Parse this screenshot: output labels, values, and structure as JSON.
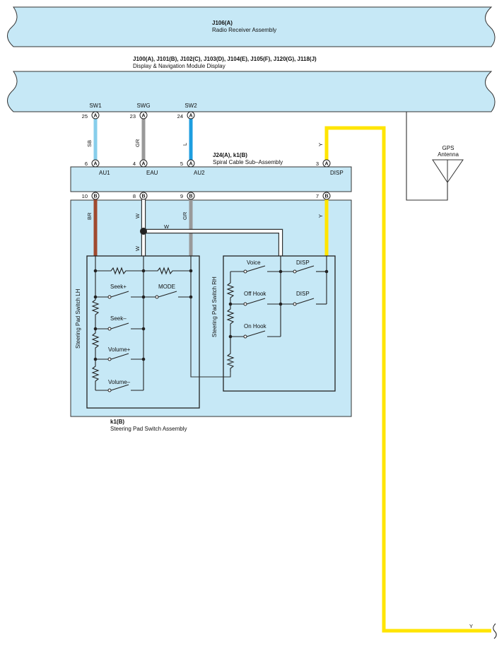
{
  "receiver": {
    "ref": "J106(A)",
    "name": "Radio Receiver Assembly"
  },
  "display": {
    "ref": "J100(A), J101(B), J102(C), J103(D), J104(E), J105(F), J120(G), J118(J)",
    "name": "Display & Navigation Module Display",
    "pins": [
      {
        "label": "SW1",
        "num": "25",
        "conn": "A"
      },
      {
        "label": "SWG",
        "num": "23",
        "conn": "A"
      },
      {
        "label": "SW2",
        "num": "24",
        "conn": "A"
      }
    ]
  },
  "gps": {
    "line1": "GPS",
    "line2": "Antenna"
  },
  "spiral": {
    "ref": "J24(A), k1(B)",
    "name": "Spiral Cable Sub–Assembly",
    "top_pins": [
      {
        "num": "6",
        "conn": "A",
        "label": "AU1"
      },
      {
        "num": "4",
        "conn": "A",
        "label": "EAU"
      },
      {
        "num": "5",
        "conn": "A",
        "label": "AU2"
      },
      {
        "num": "3",
        "conn": "A",
        "label": "DISP"
      }
    ],
    "bottom_pins": [
      {
        "num": "10",
        "conn": "B"
      },
      {
        "num": "8",
        "conn": "B"
      },
      {
        "num": "9",
        "conn": "B"
      },
      {
        "num": "7",
        "conn": "B"
      }
    ]
  },
  "wires": {
    "sb": "SB",
    "gr": "GR",
    "l": "L",
    "y_top": "Y",
    "br": "BR",
    "w1": "W",
    "w2": "W",
    "w3": "W",
    "gr2": "GR",
    "y_mid": "Y",
    "y_bottom": "Y"
  },
  "colors": {
    "SB": "#87ceeb",
    "GR": "#999999",
    "L": "#1e9ee0",
    "Y": "#ffe500",
    "BR": "#a0492e",
    "W": "#ffffff",
    "panel": "#c6e8f6"
  },
  "switch_lh": {
    "title": "Steering Pad Switch LH",
    "labels": {
      "seek_plus": "Seek+",
      "mode": "MODE",
      "seek_minus": "Seek–",
      "vol_plus": "Volume+",
      "vol_minus": "Volume–"
    }
  },
  "switch_rh": {
    "title": "Steering Pad Switch RH",
    "labels": {
      "voice": "Voice",
      "disp1": "DISP",
      "off_hook": "Off Hook",
      "disp2": "DISP",
      "on_hook": "On Hook"
    }
  },
  "assembly": {
    "ref": "k1(B)",
    "name": "Steering Pad Switch Assembly"
  }
}
